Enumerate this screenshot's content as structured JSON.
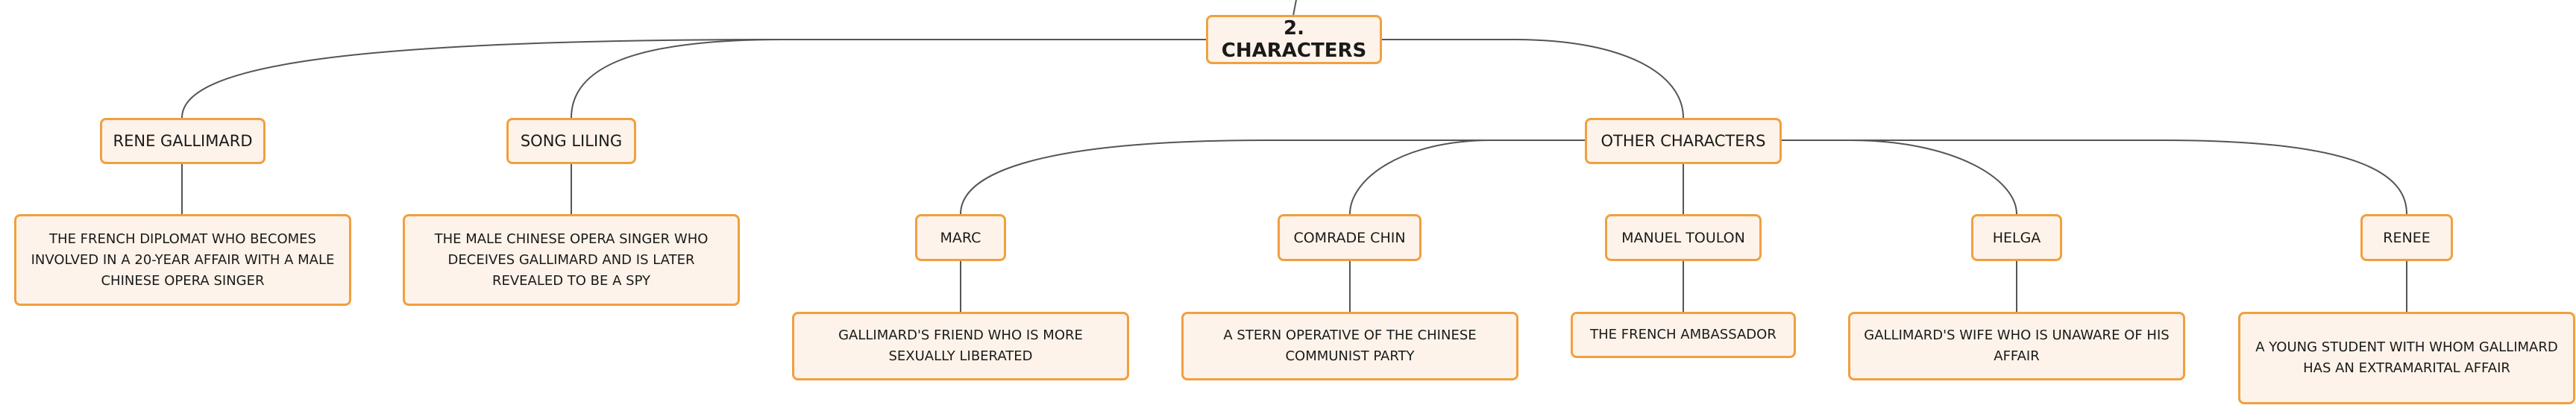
{
  "root": {
    "label": "2. CHARACTERS"
  },
  "characters": [
    {
      "name": "RENE GALLIMARD",
      "description": "THE FRENCH DIPLOMAT WHO BECOMES INVOLVED IN A 20-YEAR AFFAIR WITH A MALE CHINESE OPERA SINGER"
    },
    {
      "name": "SONG LILING",
      "description": "THE MALE CHINESE OPERA SINGER WHO DECEIVES GALLIMARD AND IS LATER REVEALED TO BE A SPY"
    }
  ],
  "other": {
    "label": "OTHER CHARACTERS",
    "items": [
      {
        "name": "MARC",
        "description": "GALLIMARD'S FRIEND WHO IS MORE SEXUALLY LIBERATED"
      },
      {
        "name": "COMRADE CHIN",
        "description": "A STERN OPERATIVE OF THE CHINESE COMMUNIST PARTY"
      },
      {
        "name": "MANUEL TOULON",
        "description": "THE FRENCH AMBASSADOR"
      },
      {
        "name": "HELGA",
        "description": "GALLIMARD'S WIFE WHO IS UNAWARE OF HIS AFFAIR"
      },
      {
        "name": "RENEE",
        "description": "A YOUNG STUDENT WITH WHOM GALLIMARD HAS AN EXTRAMARITAL AFFAIR"
      }
    ]
  },
  "colors": {
    "border": "#f0a040",
    "fill": "#fdf3ea",
    "line": "#555555"
  }
}
